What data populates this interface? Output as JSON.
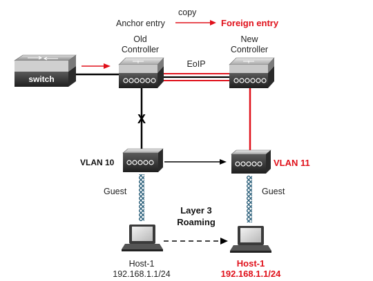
{
  "header": {
    "anchor_entry": "Anchor entry",
    "copy": "copy",
    "foreign_entry": "Foreign entry"
  },
  "devices": {
    "switch_label": "switch",
    "old_controller_line1": "Old",
    "old_controller_line2": "Controller",
    "new_controller_line1": "New",
    "new_controller_line2": "Controller",
    "eoip": "EoIP",
    "break_mark": "X",
    "vlan_left": "VLAN 10",
    "vlan_right": "VLAN 11",
    "guest_left": "Guest",
    "guest_right": "Guest",
    "roaming_line1": "Layer 3",
    "roaming_line2": "Roaming",
    "host_left_name": "Host-1",
    "host_left_ip": "192.168.1.1/24",
    "host_right_name": "Host-1",
    "host_right_ip": "192.168.1.1/24"
  },
  "colors": {
    "accent_red": "#e0101a",
    "line": "#000000"
  }
}
